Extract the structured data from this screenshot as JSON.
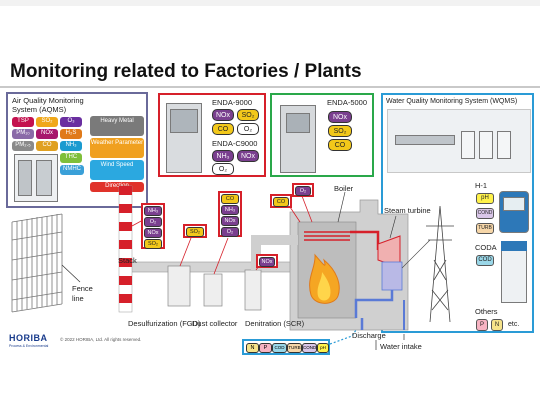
{
  "title": "Monitoring related to Factories / Plants",
  "aqms": {
    "title_line1": "Air Quality Monitoring",
    "title_line2": "System (AQMS)",
    "chips": [
      {
        "label": "TSP",
        "color": "#c4124f"
      },
      {
        "label": "SO₂",
        "color": "#f0a81a"
      },
      {
        "label": "O₃",
        "color": "#6a2fa0"
      },
      {
        "label": "PM₁₀",
        "color": "#8a6aa8"
      },
      {
        "label": "NOx",
        "color": "#a7176d"
      },
      {
        "label": "H₂S",
        "color": "#e07a1a"
      },
      {
        "label": "PM₂.₅",
        "color": "#8a8a8a"
      },
      {
        "label": "CO",
        "color": "#e0a020"
      },
      {
        "label": "NH₃",
        "color": "#1a9bd0"
      },
      {
        "label": "THC",
        "color": "#7fbf3a"
      },
      {
        "label": "NMHC",
        "color": "#3aa0d8"
      }
    ],
    "side_chips": [
      {
        "label": "Heavy Metal",
        "color": "#7a7a7a"
      },
      {
        "label": "Weather Parameter",
        "color": "#f0a020"
      },
      {
        "label": "Wind Speed",
        "color": "#2ba8e0"
      },
      {
        "label": "Direction",
        "color": "#e0322a"
      }
    ]
  },
  "enda_red": {
    "name1": "ENDA-9000",
    "chips1": [
      "NOx",
      "SO₂",
      "CO",
      "O₂"
    ],
    "name2": "ENDA-C9000",
    "chips2": [
      "NH₃",
      "NOx",
      "O₂"
    ]
  },
  "enda_green": {
    "name": "ENDA-5000",
    "chips": [
      "NOx",
      "SO₂",
      "CO"
    ]
  },
  "wqms": {
    "title": "Water Quality Monitoring System (WQMS)",
    "h1_label": "H-1",
    "h1_chips": [
      "pH",
      "COND",
      "TURB"
    ],
    "coda_label": "CODA",
    "coda_chip": "COD",
    "others_label": "Others",
    "others_chips": [
      "P",
      "N"
    ],
    "others_etc": "etc."
  },
  "plant": {
    "stack_label": "Stack",
    "fence_label_1": "Fence",
    "fence_label_2": "line",
    "desulf_label": "Desulfurization (FGD)",
    "dust_label": "Dust collector",
    "denit_label": "Denitration (SCR)",
    "boiler_label": "Boiler",
    "turbine_label": "Steam turbine",
    "discharge_label": "Discharge",
    "intake_label": "Water intake",
    "stack_tag": [
      "NH₃",
      "O₂",
      "NOx",
      "SO₂"
    ],
    "fgd_tag": [
      "SO₂"
    ],
    "dust_tag": [
      "CO",
      "NH₃",
      "NOx",
      "O₂"
    ],
    "boiler_tag_co": "CO",
    "boiler_tag_o2": "O₂",
    "scr_tag": "NOx",
    "water_tag": [
      "N",
      "P",
      "COD",
      "TURB",
      "COND",
      "pH"
    ]
  },
  "footer": {
    "logo": "HORIBA",
    "logo_sub": "Process & Environmental",
    "copyright": "© 2022 HORIBA, Ltd. All rights reserved."
  },
  "colors": {
    "red_box": "#d6202a",
    "green_box": "#2aa84a",
    "blue_box": "#2a9bd6",
    "aqms_border": "#6a6a9a",
    "boiler_orange": "#f5a623",
    "chip_plum": "#7a3f8f",
    "chip_yellow": "#f2c81a",
    "horiba_blue": "#1a3c8c"
  }
}
